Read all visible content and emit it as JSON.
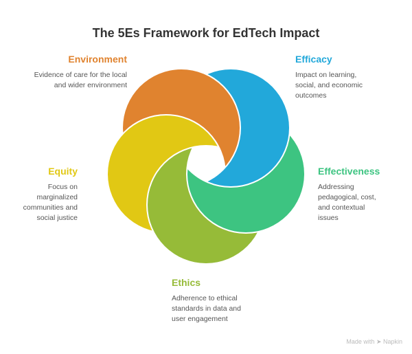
{
  "title": "The 5Es Framework for EdTech Impact",
  "items": [
    {
      "name": "Environment",
      "desc": "Evidence of care for the local and wider environment",
      "color": "#E0832F"
    },
    {
      "name": "Efficacy",
      "desc": "Impact on learning, social, and economic outcomes",
      "color": "#22A8DA"
    },
    {
      "name": "Effectiveness",
      "desc": "Addressing pedagogical, cost, and contextual issues",
      "color": "#3DC481"
    },
    {
      "name": "Ethics",
      "desc": "Adherence to ethical standards in data and user engagement",
      "color": "#96BB38"
    },
    {
      "name": "Equity",
      "desc": "Focus on marginalized communities and social justice",
      "color": "#E1C814"
    }
  ],
  "footer": "Made with ➤ Napkin"
}
